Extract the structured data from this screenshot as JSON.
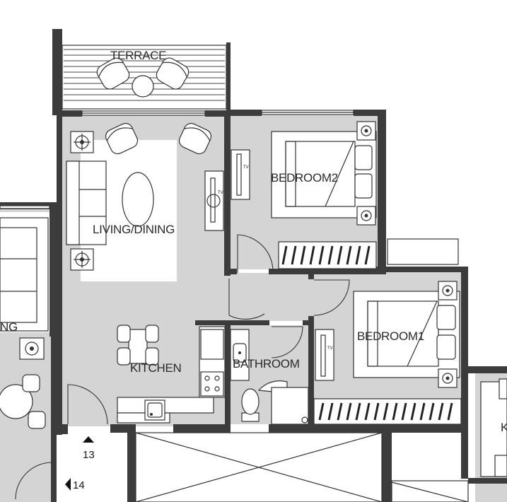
{
  "rooms": {
    "terrace": "TERRACE",
    "living_dining": "LIVING/DINING",
    "bedroom2": "BEDROOM2",
    "bedroom1": "BEDROOM1",
    "kitchen": "KITCHEN",
    "bathroom": "BATHROOM",
    "left_partial": "NG",
    "right_partial": "K"
  },
  "markers": {
    "unit_13": "13",
    "unit_14": "14"
  },
  "tv_labels": {
    "living": "TV",
    "bedroom2": "TV",
    "bedroom1": "TV"
  }
}
